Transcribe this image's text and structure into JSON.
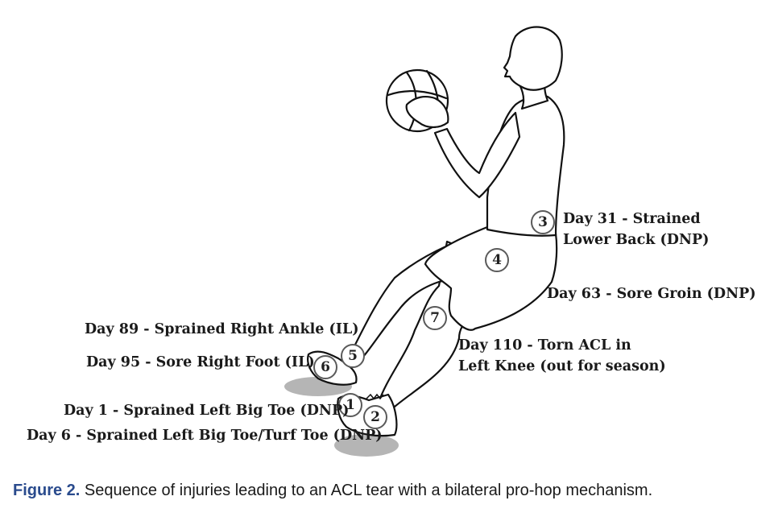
{
  "markers": [
    "1",
    "2",
    "3",
    "4",
    "5",
    "6",
    "7"
  ],
  "labels": {
    "day31_line1": "Day 31 - Strained",
    "day31_line2": "Lower Back (DNP)",
    "day63": "Day 63 - Sore Groin (DNP)",
    "day89": "Day 89 - Sprained Right Ankle (IL)",
    "day95": "Day 95 - Sore Right Foot (IL)",
    "day110_line1": "Day 110 - Torn ACL in",
    "day110_line2": "Left Knee (out for season)",
    "day1": "Day 1 - Sprained Left Big Toe (DNP)",
    "day6": "Day 6 - Sprained Left Big Toe/Turf Toe (DNP)"
  },
  "caption": {
    "figure_label": "Figure 2.",
    "text": " Sequence of injuries leading to an ACL tear with a bilateral pro-hop mechanism."
  },
  "colors": {
    "caption_label": "#2a4b8d",
    "shadow": "#b5b5b5",
    "marker_border": "#5a5a5a"
  }
}
